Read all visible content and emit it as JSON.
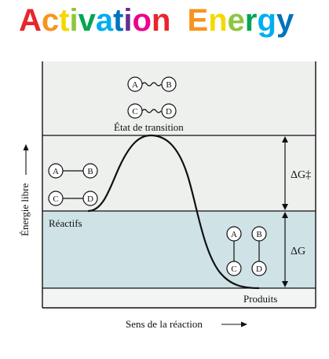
{
  "banner": {
    "title_word_1": "Activation",
    "title_word_2": "Energy",
    "colors": [
      "#e8262b",
      "#f7941d",
      "#f5d800",
      "#8cc63f",
      "#00a651",
      "#00aeef",
      "#0072bc",
      "#662d91",
      "#ec008c"
    ]
  },
  "diagram": {
    "y_axis_label": "Énergie libre",
    "x_axis_label": "Sens de la réaction",
    "transition_label": "État de transition",
    "reactants_label": "Réactifs",
    "products_label": "Produits",
    "activation_energy_label": "ΔG‡",
    "free_energy_change_label": "ΔG",
    "molecules": {
      "a": "A",
      "b": "B",
      "c": "C",
      "d": "D"
    },
    "colors": {
      "upper_band": "#eef0ee",
      "lower_band": "#cfe3e6",
      "bottom_band": "#f2f5f4",
      "line": "#111111"
    }
  }
}
